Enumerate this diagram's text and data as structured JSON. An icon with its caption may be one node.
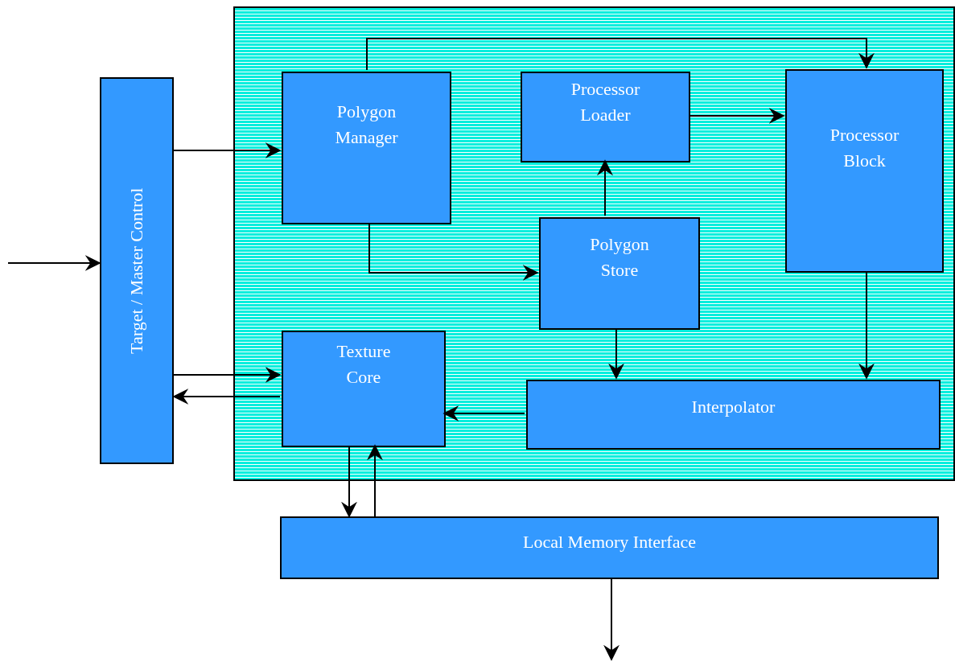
{
  "diagram": {
    "nodes": [
      {
        "text": [],
        "shape": "box"
      },
      {
        "text": [
          "Target / Master Control"
        ]
      },
      {
        "text": [
          "Polygon Manager"
        ],
        "in": 0
      },
      {
        "text": [
          "Processor Loader"
        ],
        "in": 0
      },
      {
        "text": [
          "Processor Block"
        ],
        "in": 0
      },
      {
        "text": [
          "Polygon Store"
        ],
        "in": 0
      },
      {
        "text": [
          "Texture Core"
        ],
        "in": 0
      },
      {
        "text": [
          "Interpolator"
        ],
        "in": 0
      },
      {
        "text": [
          "Local Memory Interface"
        ]
      }
    ],
    "edges": [
      {
        "from": null,
        "to": 1,
        "arrow": "to"
      },
      {
        "from": 1,
        "to": 2,
        "arrow": "to"
      },
      {
        "from": 2,
        "to": 4,
        "arrow": "to"
      },
      {
        "from": 3,
        "to": 4,
        "arrow": "to"
      },
      {
        "from": 2,
        "to": 5,
        "arrow": "to"
      },
      {
        "from": 5,
        "to": 3,
        "arrow": "to"
      },
      {
        "from": 5,
        "to": 7,
        "arrow": "to"
      },
      {
        "from": 4,
        "to": 7,
        "arrow": "to"
      },
      {
        "from": 1,
        "to": 6,
        "arrow": "to"
      },
      {
        "from": 6,
        "to": 1,
        "arrow": "to"
      },
      {
        "from": 7,
        "to": 6,
        "arrow": "to"
      },
      {
        "from": 6,
        "to": 8,
        "arrow": "to"
      },
      {
        "from": 8,
        "to": 6,
        "arrow": "to"
      },
      {
        "from": 8,
        "to": null,
        "arrow": "to"
      }
    ]
  }
}
